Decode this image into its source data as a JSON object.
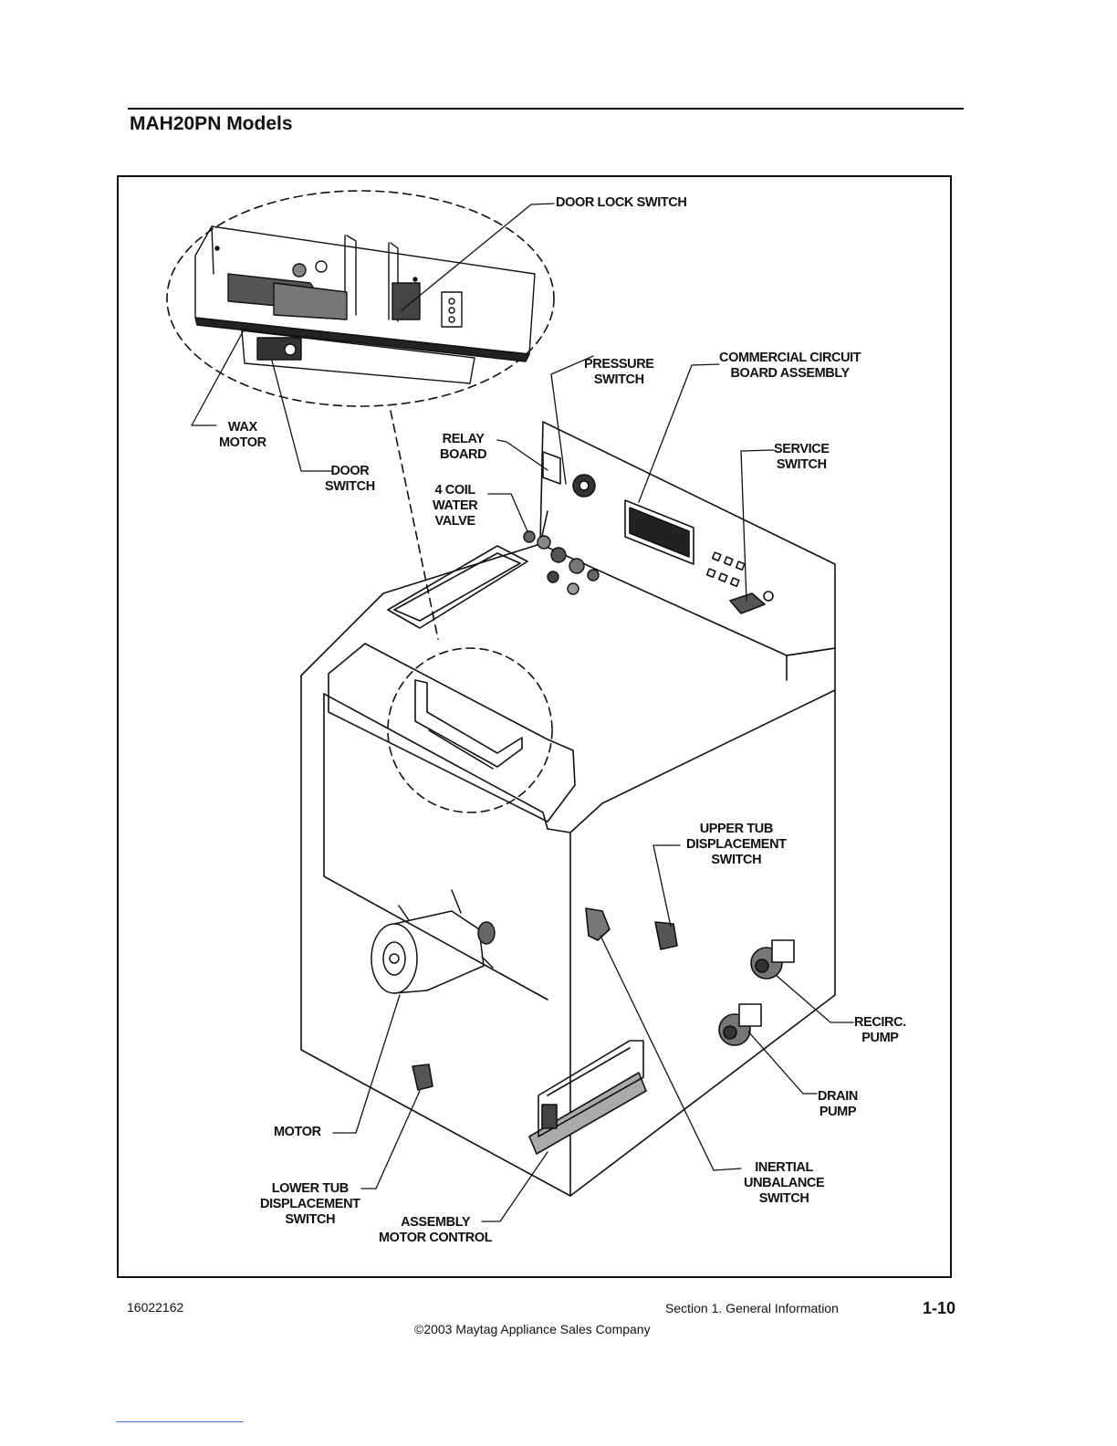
{
  "header": {
    "title": "MAH20PN Models"
  },
  "labels": {
    "door_lock_switch": [
      "DOOR LOCK SWITCH"
    ],
    "pressure_switch": [
      "PRESSURE",
      "SWITCH"
    ],
    "commercial_circuit_board": [
      "COMMERCIAL CIRCUIT",
      "BOARD ASSEMBLY"
    ],
    "wax_motor": [
      "WAX",
      "MOTOR"
    ],
    "relay_board": [
      "RELAY",
      "BOARD"
    ],
    "service_switch": [
      "SERVICE",
      "SWITCH"
    ],
    "door_switch": [
      "DOOR",
      "SWITCH"
    ],
    "water_valve": [
      "4 COIL",
      "WATER",
      "VALVE"
    ],
    "upper_tub_switch": [
      "UPPER TUB",
      "DISPLACEMENT",
      "SWITCH"
    ],
    "recirc_pump": [
      "RECIRC.",
      "PUMP"
    ],
    "drain_pump": [
      "DRAIN",
      "PUMP"
    ],
    "motor": [
      "MOTOR"
    ],
    "inertial_switch": [
      "INERTIAL",
      "UNBALANCE",
      "SWITCH"
    ],
    "lower_tub_switch": [
      "LOWER TUB",
      "DISPLACEMENT",
      "SWITCH"
    ],
    "motor_control": [
      "ASSEMBLY",
      "MOTOR CONTROL"
    ]
  },
  "footer": {
    "doc_number": "16022162",
    "section": "Section 1.  General Information",
    "page": "1-10",
    "copyright": "©2003 Maytag Appliance Sales Company"
  }
}
